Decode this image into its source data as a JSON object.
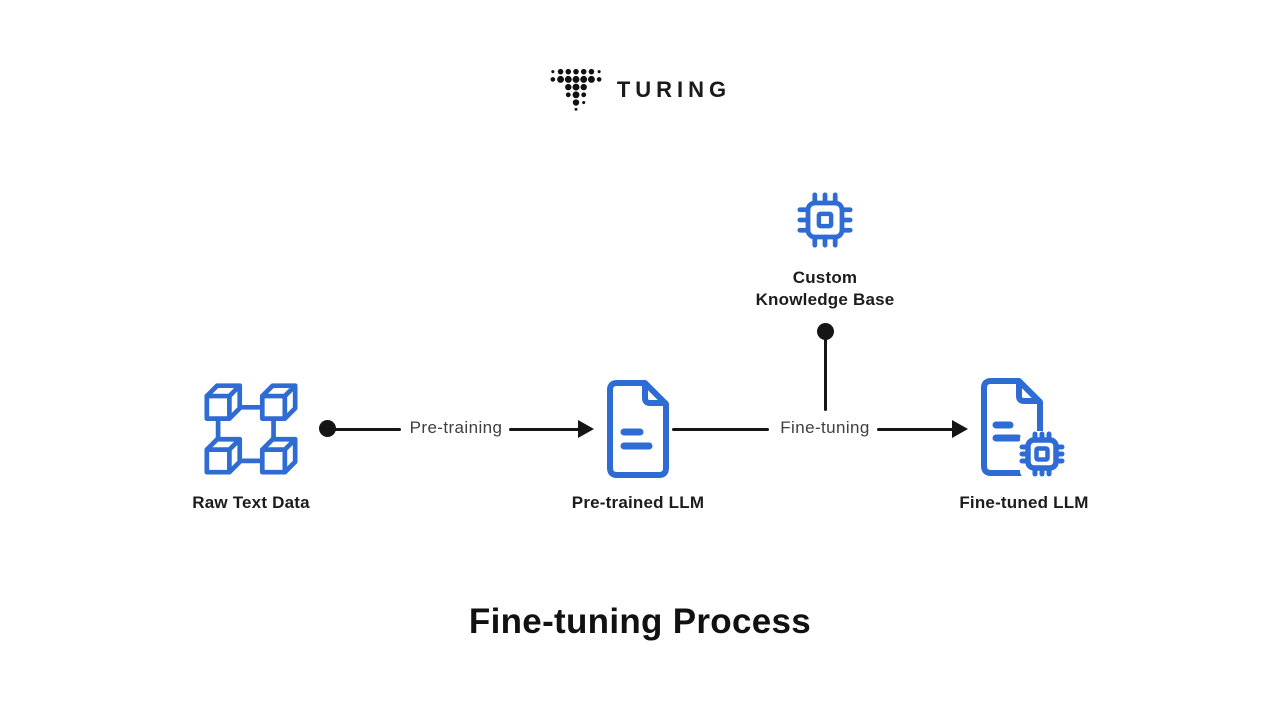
{
  "logo": {
    "brand_text": "TURING",
    "icon": "turing-dotted-t-logo"
  },
  "nodes": {
    "raw_text_data": {
      "label": "Raw Text Data",
      "icon": "linked-cubes-icon"
    },
    "pre_trained_llm": {
      "label": "Pre-trained LLM",
      "icon": "document-icon"
    },
    "custom_knowledge_base": {
      "label_line1": "Custom",
      "label_line2": "Knowledge Base",
      "icon": "chip-icon"
    },
    "fine_tuned_llm": {
      "label": "Fine-tuned LLM",
      "icon": "document-with-chip-icon"
    }
  },
  "connectors": {
    "pre_training": {
      "label": "Pre-training"
    },
    "fine_tuning": {
      "label": "Fine-tuning"
    }
  },
  "title": "Fine-tuning Process",
  "colors": {
    "icon_blue": "#2e6bd3",
    "line_black": "#151515",
    "connector_label_gray": "#3f3f3f",
    "node_label_black": "#1c1c1c",
    "title_black": "#111111",
    "background": "#ffffff"
  }
}
